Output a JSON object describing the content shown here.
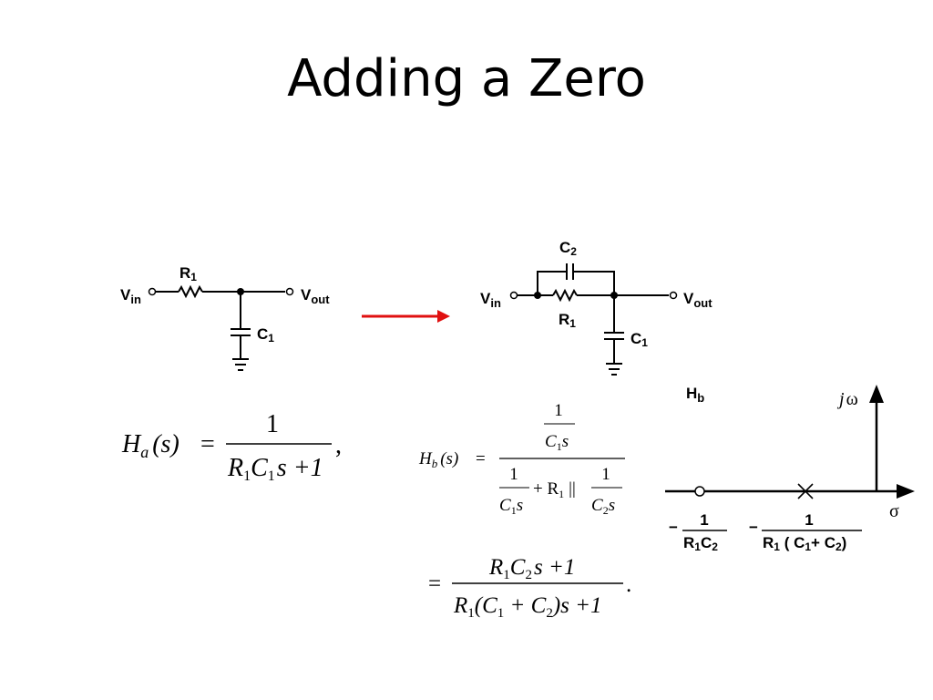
{
  "slide": {
    "title": "Adding a Zero"
  },
  "circuit_a": {
    "in_main": "V",
    "in_sub": "in",
    "out_main": "V",
    "out_sub": "out",
    "r_main": "R",
    "r_sub": "1",
    "c_main": "C",
    "c_sub": "1"
  },
  "circuit_b": {
    "in_main": "V",
    "in_sub": "in",
    "out_main": "V",
    "out_sub": "out",
    "r_main": "R",
    "r_sub": "1",
    "c1_main": "C",
    "c1_sub": "1",
    "c2_main": "C",
    "c2_sub": "2"
  },
  "arrow": {
    "color": "#e01010"
  },
  "eq_a": {
    "lhs_H": "H",
    "lhs_sub": "a",
    "lhs_arg": "(s)",
    "equals": "=",
    "numerator": "1",
    "den_R": "R",
    "den_R_sub": "1",
    "den_C": "C",
    "den_C_sub": "1",
    "den_rest": "s +1",
    "comma": ","
  },
  "eq_b": {
    "lhs_H": "H",
    "lhs_sub": "b",
    "lhs_arg": "(s)",
    "equals": "=",
    "top_num": "1",
    "top_C": "C",
    "top_C_sub": "1",
    "top_s": "s",
    "bot_1": "1",
    "bot_C1": "C",
    "bot_C1_sub": "1",
    "bot_s1": "s",
    "plus_R": "+ R",
    "plus_R_sub": "1",
    "parallel": "||",
    "bot_2": "1",
    "bot_C2": "C",
    "bot_C2_sub": "2",
    "bot_s2": "s"
  },
  "eq_c": {
    "equals": "=",
    "num_R": "R",
    "num_R_sub": "1",
    "num_C": "C",
    "num_C_sub": "2",
    "num_rest": "s +1",
    "den_R": "R",
    "den_R_sub": "1",
    "den_open": "(C",
    "den_C1_sub": "1",
    "den_plus": " + C",
    "den_C2_sub": "2",
    "den_rest": ")s +1",
    "period": "."
  },
  "pole_zero": {
    "h_main": "H",
    "h_sub": "b",
    "j_label": "j",
    "omega": "ω",
    "sigma": "σ",
    "zero_minus": "−",
    "zero_num": "1",
    "zero_den_R": "R",
    "zero_den_R_sub": "1",
    "zero_den_C": "C",
    "zero_den_C_sub": "2",
    "pole_minus": "−",
    "pole_num": "1",
    "pole_den_R": "R",
    "pole_den_R_sub": "1",
    "pole_den_open": " ( C",
    "pole_den_C1_sub": "1",
    "pole_den_plus": "+ C",
    "pole_den_C2_sub": "2",
    "pole_den_close": ")"
  }
}
